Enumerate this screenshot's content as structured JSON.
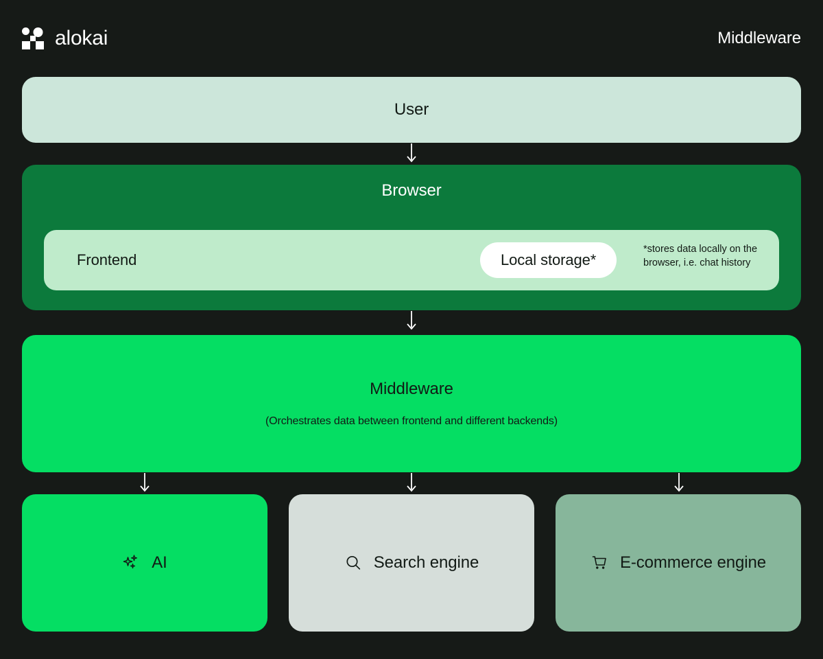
{
  "header": {
    "brand_name": "alokai",
    "brand_mark_icon": "alokai-logo-icon",
    "title": "Middleware"
  },
  "diagram": {
    "user": {
      "label": "User"
    },
    "browser": {
      "label": "Browser",
      "frontend": {
        "label": "Frontend",
        "local_storage_label": "Local storage*",
        "footnote": "*stores data locally on the browser, i.e. chat history"
      }
    },
    "middleware": {
      "label": "Middleware",
      "description": "(Orchestrates data between frontend and different backends)"
    },
    "backends": [
      {
        "label": "AI",
        "icon": "sparkles-icon",
        "color": "#05DE63"
      },
      {
        "label": "Search engine",
        "icon": "search-icon",
        "color": "#D6DEDA"
      },
      {
        "label": "E-commerce engine",
        "icon": "shopping-cart-icon",
        "color": "#87B69B"
      }
    ],
    "connectors": [
      {
        "name": "user-to-browser"
      },
      {
        "name": "browser-to-middleware"
      },
      {
        "name": "middleware-to-ai"
      },
      {
        "name": "middleware-to-search"
      },
      {
        "name": "middleware-to-ecommerce"
      }
    ]
  },
  "colors": {
    "background": "#161A17",
    "user_box": "#CCE6DA",
    "browser_box": "#0C7A3C",
    "frontend_box": "#BFEBCB",
    "local_storage_box": "#FFFFFF",
    "middleware_box": "#05DE63",
    "text_dark": "#121A15",
    "text_light": "#FFFFFF"
  }
}
